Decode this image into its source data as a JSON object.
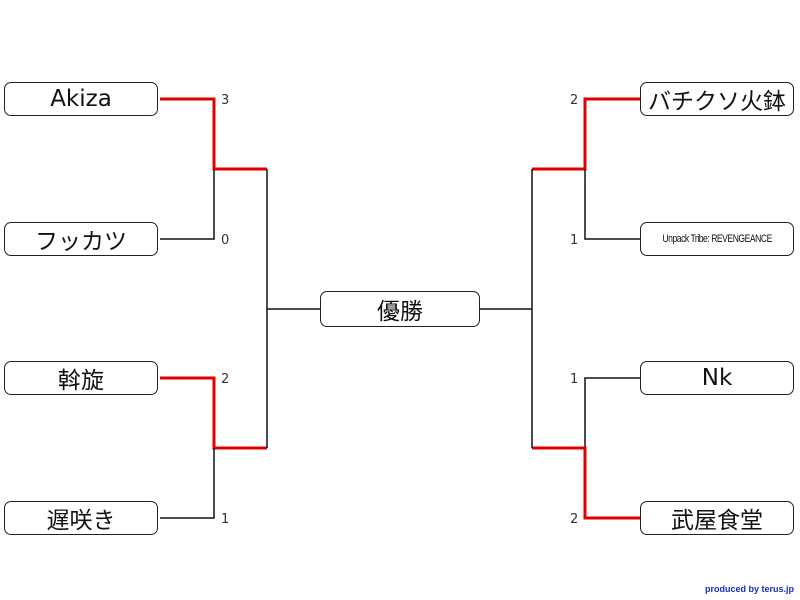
{
  "final_label": "優勝",
  "credit": "produced by terus.jp",
  "colors": {
    "winner_line": "#e00000",
    "line": "#111111"
  },
  "left": [
    {
      "name": "Akiza",
      "score": "3",
      "winner": true
    },
    {
      "name": "フッカツ",
      "score": "0",
      "winner": false
    },
    {
      "name": "斡旋",
      "score": "2",
      "winner": true
    },
    {
      "name": "遅咲き",
      "score": "1",
      "winner": false
    }
  ],
  "right": [
    {
      "name": "バチクソ火鉢",
      "score": "2",
      "winner": true
    },
    {
      "name": "Unpack Tribe: REVENGEANCE",
      "score": "1",
      "winner": false
    },
    {
      "name": "Nk",
      "score": "1",
      "winner": false
    },
    {
      "name": "武屋食堂",
      "score": "2",
      "winner": true
    }
  ]
}
